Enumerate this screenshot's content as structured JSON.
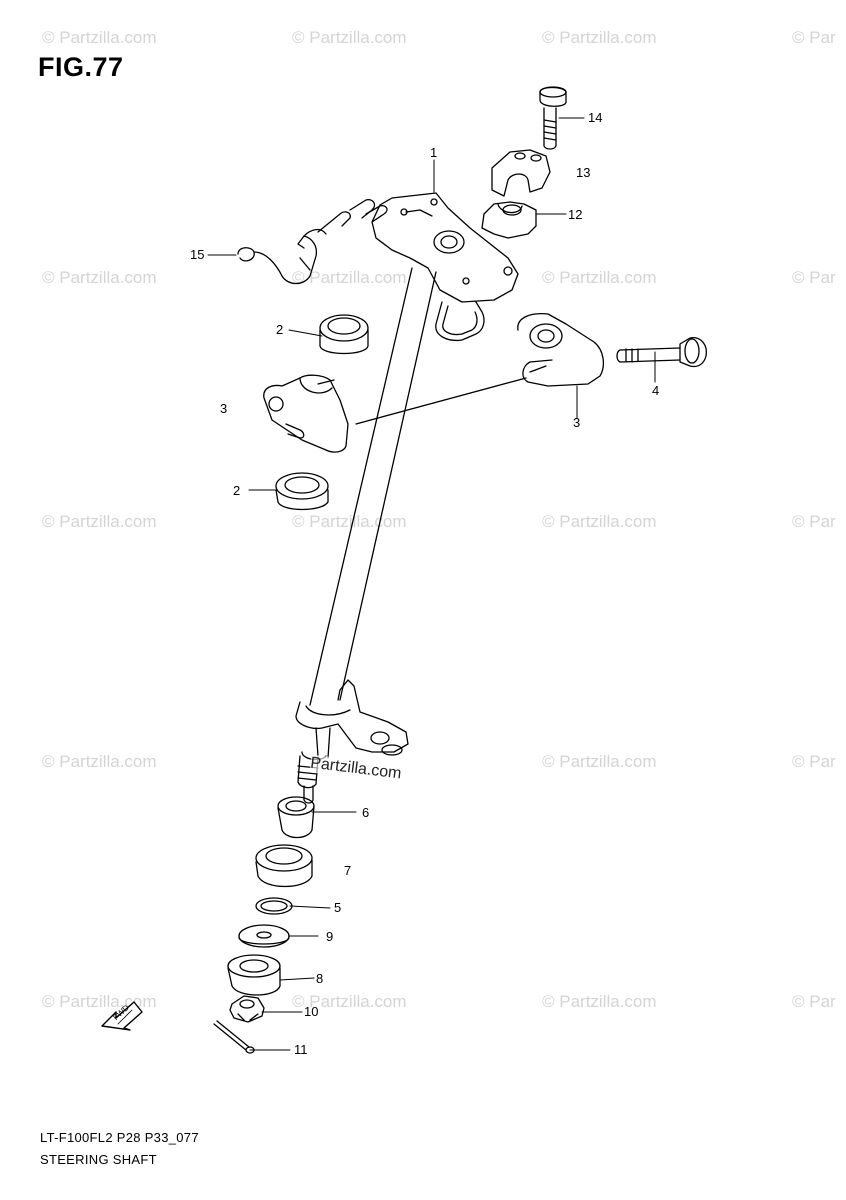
{
  "figure": {
    "title": "FIG.77",
    "code": "LT-F100FL2 P28 P33_077",
    "name": "STEERING SHAFT"
  },
  "watermark": {
    "repeat_text": "© Partzilla.com",
    "repeat_text_clipped": "© Par",
    "center_text": "Partzilla.com"
  },
  "callouts": [
    "1",
    "2",
    "2",
    "3",
    "3",
    "4",
    "5",
    "6",
    "7",
    "8",
    "9",
    "10",
    "11",
    "12",
    "13",
    "14",
    "15"
  ],
  "icons": {
    "front_arrow": "front-direction-arrow-icon",
    "front_arrow_text": "FWD"
  },
  "colors": {
    "line": "#000000",
    "watermark": "#d4d4d4",
    "background": "#ffffff"
  }
}
